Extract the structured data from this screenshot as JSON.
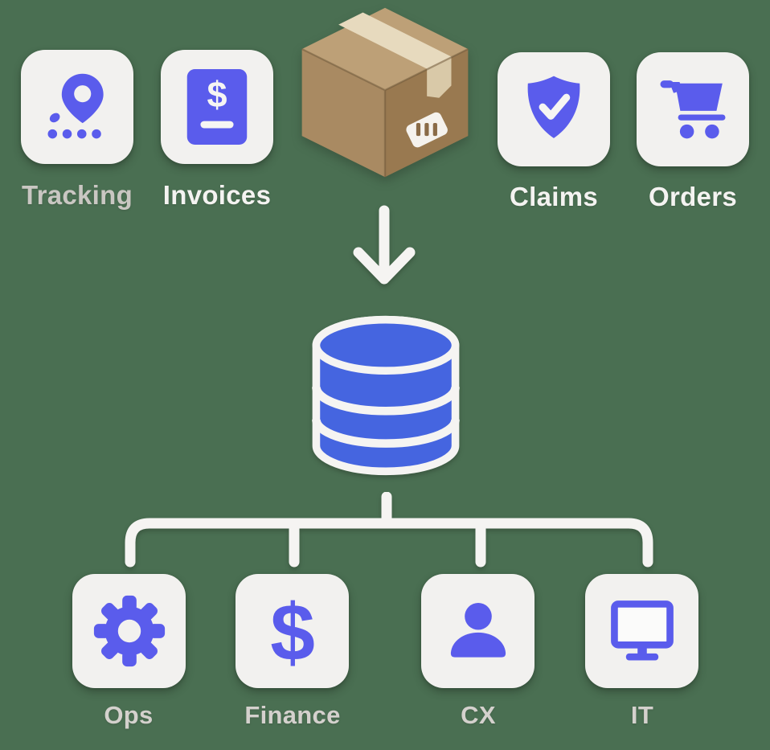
{
  "diagram_title": "package-data-flow-diagram",
  "colors": {
    "background": "#4a6f52",
    "card": "#f2f1ef",
    "icon_blue": "#5a5cec",
    "database_blue": "#4565e0",
    "line_white": "#f5f4f2",
    "label_bright": "#f4f3f1",
    "label_dim": "#c9c7c2",
    "label_mid": "#d4d1cd",
    "box_top": "#bda077",
    "box_left": "#a98a62",
    "box_right": "#997950",
    "box_tape": "#e7dabe"
  },
  "sources": [
    {
      "label": "Tracking",
      "icon": "route-pin-icon"
    },
    {
      "label": "Invoices",
      "icon": "invoice-icon"
    },
    {
      "label": "Claims",
      "icon": "shield-check-icon"
    },
    {
      "label": "Orders",
      "icon": "cart-icon"
    }
  ],
  "center": {
    "package_icon": "package-box",
    "arrow_icon": "down-arrow-icon",
    "hub_icon": "database-icon"
  },
  "departments": [
    {
      "label": "Ops",
      "icon": "gear-icon"
    },
    {
      "label": "Finance",
      "icon": "dollar-icon"
    },
    {
      "label": "CX",
      "icon": "person-icon"
    },
    {
      "label": "IT",
      "icon": "monitor-icon"
    }
  ]
}
